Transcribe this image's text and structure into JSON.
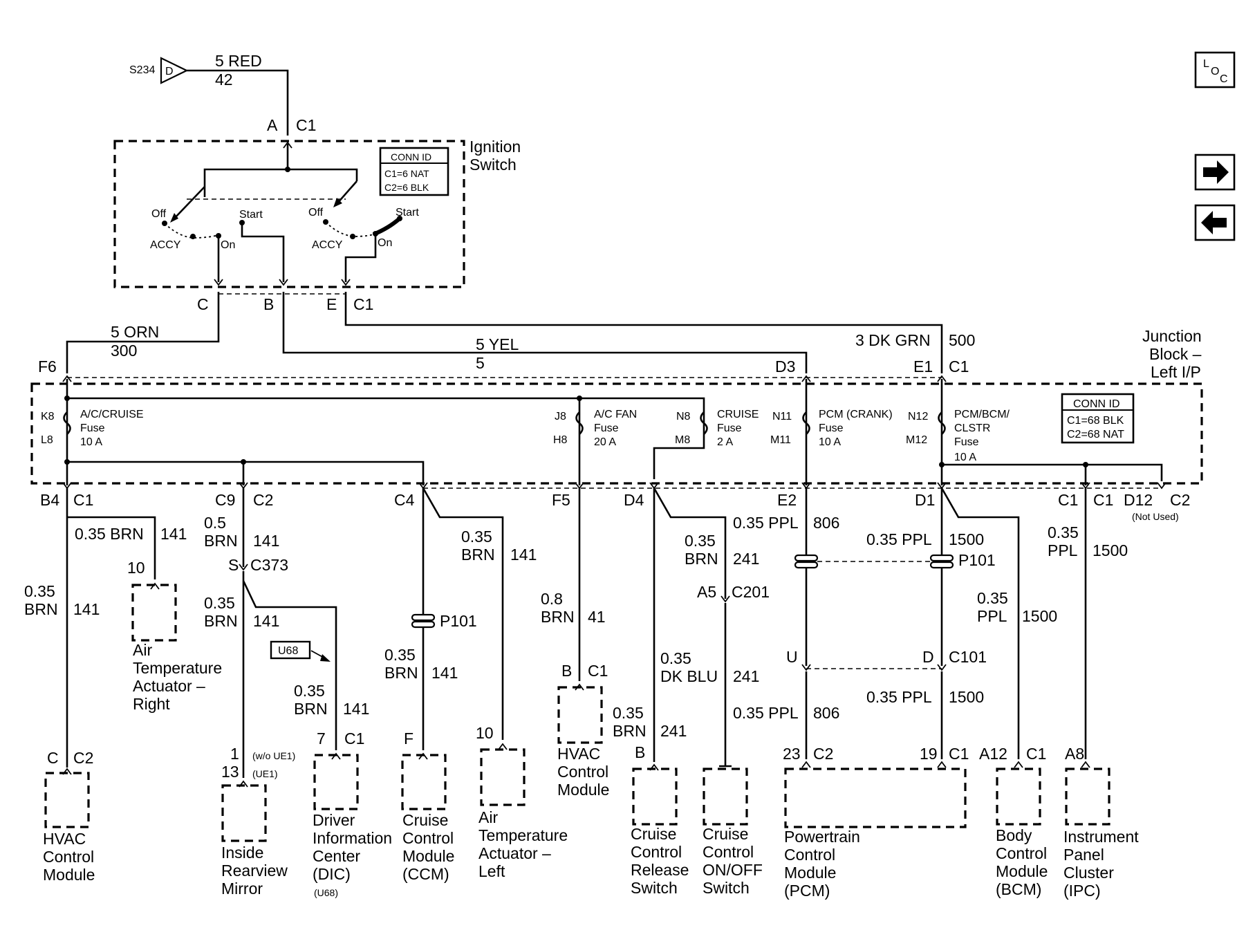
{
  "ignition": {
    "splice": "S234",
    "splice_tag": "D",
    "feed_gauge": "5 RED",
    "feed_circuit": "42",
    "title_line1": "Ignition",
    "title_line2": "Switch",
    "conn_id_title": "CONN ID",
    "conn_c1": "C1=6 NAT",
    "conn_c2": "C2=6 BLK",
    "pin_a": "A",
    "c1_top": "C1",
    "pos_off": "Off",
    "pos_start": "Start",
    "pos_accy": "ACCY",
    "pos_on": "On",
    "pin_c": "C",
    "pin_b": "B",
    "pin_e": "E",
    "c1_bottom": "C1"
  },
  "feed_wires": {
    "orn_gauge": "5 ORN",
    "orn_circuit": "300",
    "yel_gauge": "5 YEL",
    "yel_circuit": "5",
    "grn_gauge": "3 DK GRN",
    "grn_circuit": "500"
  },
  "junction_block": {
    "title_line1": "Junction",
    "title_line2": "Block –",
    "title_line3": "Left I/P",
    "conn_id_title": "CONN ID",
    "conn_c1": "C1=68 BLK",
    "conn_c2": "C2=68 NAT",
    "pin_f6": "F6",
    "pin_d3": "D3",
    "pin_e1": "E1",
    "c1_label": "C1",
    "fuse_ac_cruise": {
      "top": "K8",
      "bottom": "L8",
      "name": "A/C/CRUISE",
      "kind": "Fuse",
      "rating": "10 A"
    },
    "fuse_ac_fan": {
      "top": "J8",
      "bottom": "H8",
      "name": "A/C FAN",
      "kind": "Fuse",
      "rating": "20 A"
    },
    "fuse_cruise": {
      "top": "N8",
      "bottom": "M8",
      "name": "CRUISE",
      "kind": "Fuse",
      "rating": "2 A"
    },
    "fuse_pcm_crank": {
      "top": "N11",
      "bottom": "M11",
      "name": "PCM (CRANK)",
      "kind": "Fuse",
      "rating": "10 A"
    },
    "fuse_pcm_bcm": {
      "top": "N12",
      "bottom": "M12",
      "name1": "PCM/BCM/",
      "name2": "CLSTR",
      "kind": "Fuse",
      "rating": "10 A"
    }
  },
  "bottom_pins": {
    "b4": "B4",
    "c1_a": "C1",
    "c9": "C9",
    "c2_a": "C2",
    "c4": "C4",
    "f5": "F5",
    "d4": "D4",
    "e2": "E2",
    "d1": "D1",
    "c1_b": "C1",
    "c1_c": "C1",
    "d12": "D12",
    "c2_b": "C2",
    "not_used": "(Not Used)"
  },
  "circuits": {
    "g035": "0.35",
    "brn": "BRN",
    "c141": "141",
    "g05": "0.5",
    "brn_full": "0.35 BRN",
    "g08": "0.8",
    "c41": "41",
    "ppl_full": "0.35 PPL",
    "ppl": "PPL",
    "c806": "806",
    "c1500": "1500",
    "dkblu": "DK BLU",
    "c241": "241",
    "s_pin": "S",
    "c373": "C373",
    "u68": "U68",
    "p101": "P101",
    "a5": "A5",
    "c201": "C201",
    "u_pin": "U",
    "d_pin": "D",
    "c101": "C101"
  },
  "components": {
    "hvac_left": {
      "pin": "C",
      "conn": "C2",
      "l1": "HVAC",
      "l2": "Control",
      "l3": "Module"
    },
    "air_right": {
      "pin": "10",
      "l1": "Air",
      "l2": "Temperature",
      "l3": "Actuator –",
      "l4": "Right"
    },
    "mirror": {
      "pin1": "1",
      "note1": "(w/o UE1)",
      "pin2": "13",
      "note2": "(UE1)",
      "l1": "Inside",
      "l2": "Rearview",
      "l3": "Mirror"
    },
    "dic": {
      "pin": "7",
      "conn": "C1",
      "l1": "Driver",
      "l2": "Information",
      "l3": "Center",
      "l4": "(DIC)",
      "note": "(U68)"
    },
    "ccm": {
      "pin": "F",
      "l1": "Cruise",
      "l2": "Control",
      "l3": "Module",
      "l4": "(CCM)"
    },
    "air_left": {
      "pin": "10",
      "l1": "Air",
      "l2": "Temperature",
      "l3": "Actuator –",
      "l4": "Left"
    },
    "hvac_mid": {
      "pin": "B",
      "conn": "C1",
      "l1": "HVAC",
      "l2": "Control",
      "l3": "Module"
    },
    "release": {
      "pin": "B",
      "l1": "Cruise",
      "l2": "Control",
      "l3": "Release",
      "l4": "Switch"
    },
    "onoff": {
      "l1": "Cruise",
      "l2": "Control",
      "l3": "ON/OFF",
      "l4": "Switch"
    },
    "pcm": {
      "pin1": "23",
      "conn1": "C2",
      "pin2": "19",
      "conn2": "C1",
      "l1": "Powertrain",
      "l2": "Control",
      "l3": "Module",
      "l4": "(PCM)"
    },
    "bcm": {
      "pin": "A12",
      "conn": "C1",
      "l1": "Body",
      "l2": "Control",
      "l3": "Module",
      "l4": "(BCM)"
    },
    "ipc": {
      "pin": "A8",
      "l1": "Instrument",
      "l2": "Panel",
      "l3": "Cluster",
      "l4": "(IPC)"
    }
  },
  "nav": {
    "loc_l": "L",
    "loc_o": "O",
    "loc_c": "C",
    "next_icon": "arrow-right",
    "prev_icon": "arrow-left"
  }
}
